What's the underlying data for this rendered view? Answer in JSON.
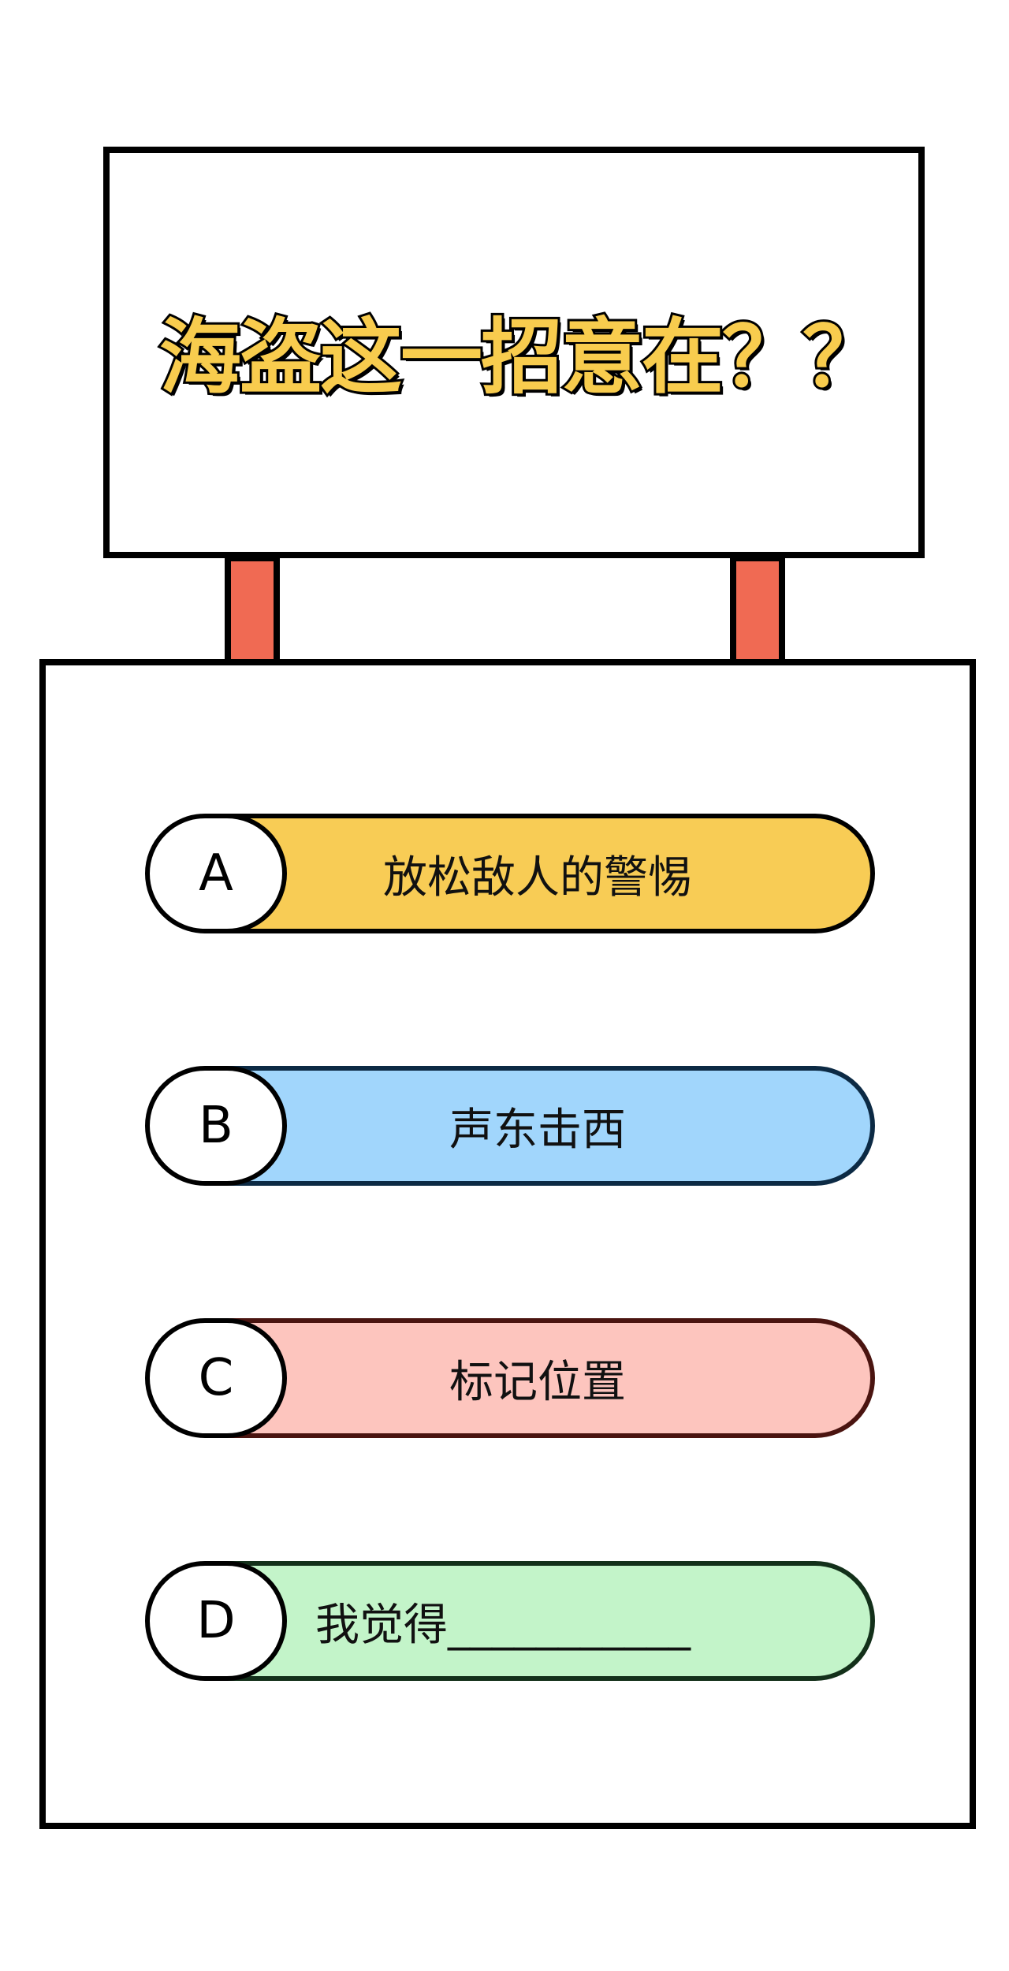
{
  "question": {
    "title": "海盗这一招意在？？"
  },
  "options": [
    {
      "letter": "A",
      "text": "放松敌人的警惕",
      "color": "#F8CC55"
    },
    {
      "letter": "B",
      "text": "声东击西",
      "color": "#A1D6FC"
    },
    {
      "letter": "C",
      "text": "标记位置",
      "color": "#FDC5BE"
    },
    {
      "letter": "D",
      "text": "我觉得___________",
      "color": "#C3F4C9"
    }
  ],
  "colors": {
    "title_fill": "#F8CC4E",
    "post": "#F06A53",
    "outline": "#000000"
  }
}
